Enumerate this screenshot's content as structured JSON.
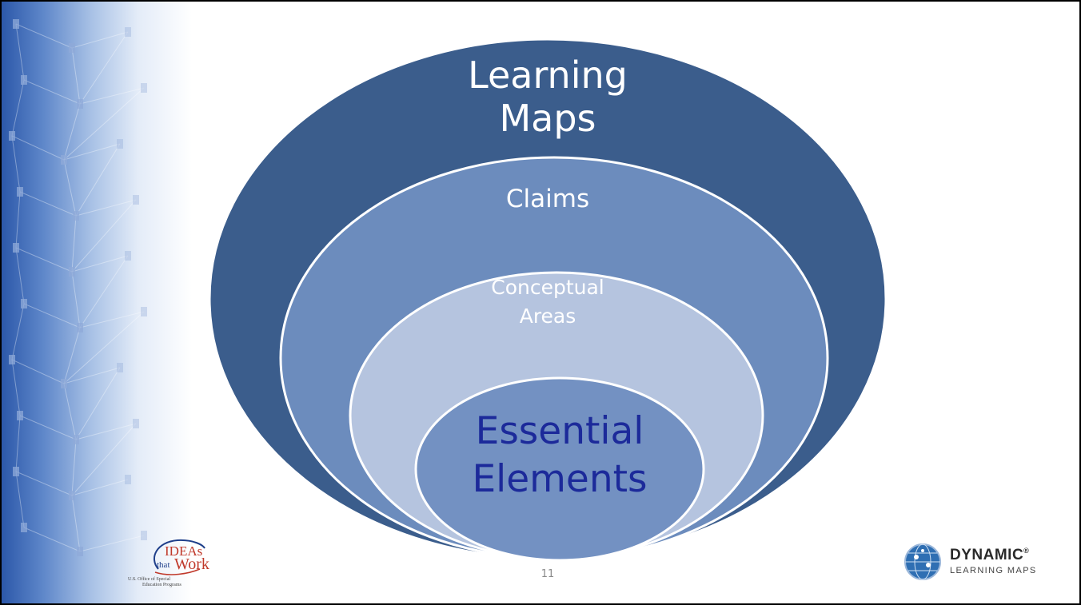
{
  "diagram": {
    "rings": [
      {
        "label_lines": [
          "Learning",
          "Maps"
        ],
        "fill": "#3b5d8c"
      },
      {
        "label_lines": [
          "Claims"
        ],
        "fill": "#6c8cbd"
      },
      {
        "label_lines": [
          "Conceptual",
          "Areas"
        ],
        "fill": "#b5c4df"
      },
      {
        "label_lines": [
          "Essential",
          "Elements"
        ],
        "fill": "#7391c2",
        "text_color": "#1c2a9a"
      }
    ],
    "ring_outline_color": "#ffffff"
  },
  "footer": {
    "page_number": "11",
    "left_logo": {
      "word_ideas": "IDEAs",
      "word_that": "that",
      "word_work": "Work",
      "subtitle_line1": "U.S. Office of Special",
      "subtitle_line2": "Education Programs"
    },
    "right_logo": {
      "name": "DYNAMIC",
      "registered": "®",
      "tagline": "LEARNING MAPS"
    }
  },
  "decoration": {
    "side_band": "network-pattern",
    "accent_color": "#2a56a8"
  }
}
